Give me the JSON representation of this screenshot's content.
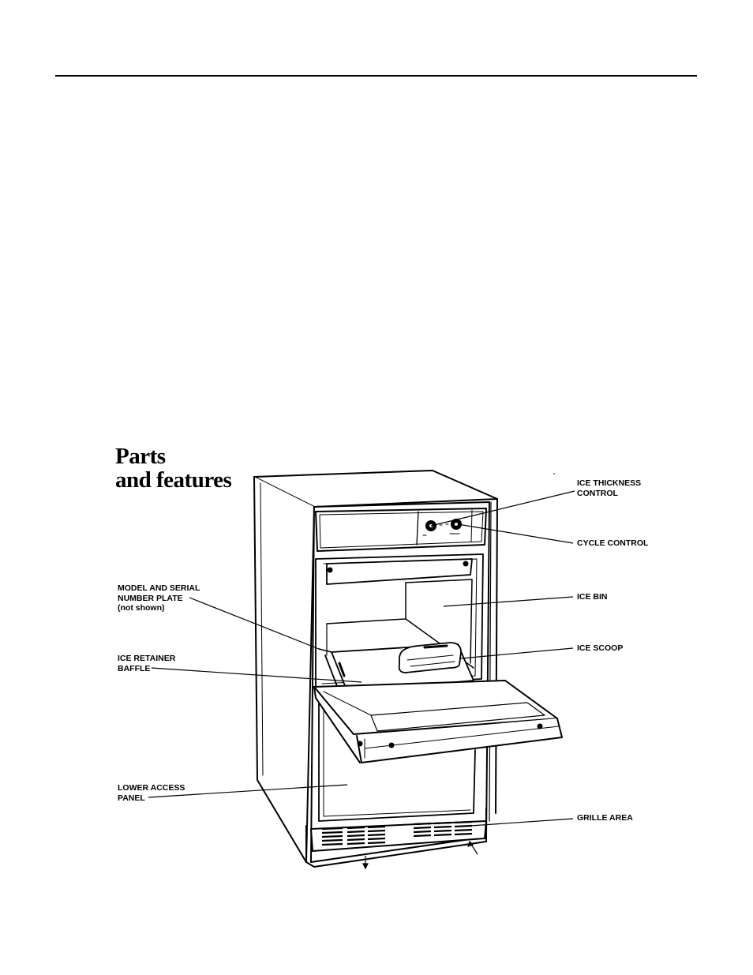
{
  "document": {
    "title_line1": "Parts",
    "title_line2": "and features"
  },
  "callouts": {
    "ice_thickness_control": {
      "line1": "ICE THICKNESS",
      "line2": "CONTROL"
    },
    "cycle_control": {
      "line1": "CYCLE CONTROL"
    },
    "model_serial_plate": {
      "line1": "MODEL AND SERIAL",
      "line2": "NUMBER PLATE",
      "line3": "(not shown)"
    },
    "ice_bin": {
      "line1": "ICE BIN"
    },
    "ice_retainer_baffle": {
      "line1": "ICE RETAINER",
      "line2": "BAFFLE"
    },
    "ice_scoop": {
      "line1": "ICE SCOOP"
    },
    "lower_access_panel": {
      "line1": "LOWER ACCESS",
      "line2": "PANEL"
    },
    "grille_area": {
      "line1": "GRILLE AREA"
    }
  }
}
